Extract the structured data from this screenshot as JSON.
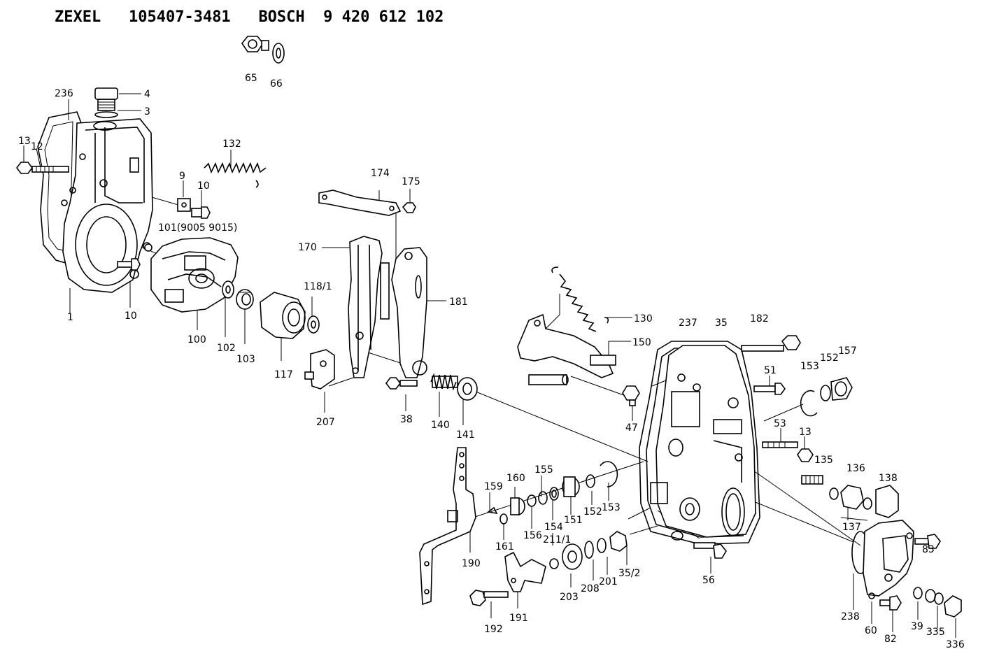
{
  "header": {
    "maker1": "ZEXEL",
    "part1": "105407-3481",
    "maker2": "BOSCH",
    "part2": "9 420 612 102"
  },
  "labels": {
    "l1": "1",
    "l3": "3",
    "l4": "4",
    "l9": "9",
    "l10a": "10",
    "l10b": "10",
    "l12": "12",
    "l13a": "13",
    "l13b": "13",
    "l35": "35",
    "l35_2": "35/2",
    "l38": "38",
    "l39": "39",
    "l47": "47",
    "l51": "51",
    "l53": "53",
    "l56": "56",
    "l60": "60",
    "l65": "65",
    "l66": "66",
    "l82": "82",
    "l83": "83",
    "l100": "100",
    "l101": "101(9005 9015)",
    "l102": "102",
    "l103": "103",
    "l117": "117",
    "l118": "118/1",
    "l130": "130",
    "l132": "132",
    "l135": "135",
    "l136": "136",
    "l137": "137",
    "l138": "138",
    "l140": "140",
    "l141": "141",
    "l150": "150",
    "l151": "151",
    "l152a": "152",
    "l152b": "152",
    "l153a": "153",
    "l153b": "153",
    "l154": "154",
    "l155": "155",
    "l156": "156",
    "l157": "157",
    "l159": "159",
    "l160": "160",
    "l161": "161",
    "l170": "170",
    "l174": "174",
    "l175": "175",
    "l181": "181",
    "l182": "182",
    "l190": "190",
    "l191": "191",
    "l192": "192",
    "l201": "201",
    "l203": "203",
    "l207": "207",
    "l208": "208",
    "l211": "211/1",
    "l236": "236",
    "l237": "237",
    "l238": "238",
    "l335": "335",
    "l336": "336"
  }
}
